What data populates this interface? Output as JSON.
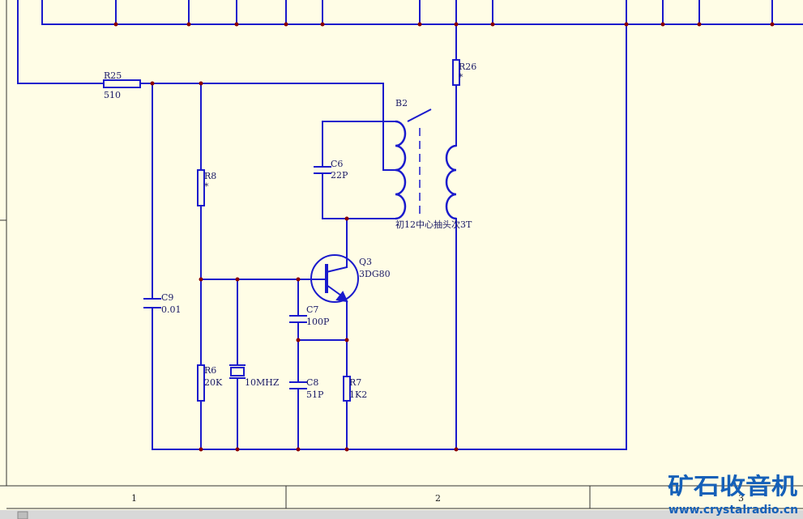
{
  "components": {
    "r25": {
      "ref": "R25",
      "value": "510"
    },
    "r26": {
      "ref": "R26",
      "value": "*"
    },
    "r8": {
      "ref": "R8",
      "value": "*"
    },
    "r6": {
      "ref": "R6",
      "value": "20K"
    },
    "r7": {
      "ref": "R7",
      "value": "1K2"
    },
    "c6": {
      "ref": "C6",
      "value": "22P"
    },
    "c7": {
      "ref": "C7",
      "value": "100P"
    },
    "c8": {
      "ref": "C8",
      "value": "51P"
    },
    "c9": {
      "ref": "C9",
      "value": "0.01"
    },
    "q3": {
      "ref": "Q3",
      "value": "3DG80"
    },
    "b2": {
      "ref": "B2",
      "note": "初12中心抽头次3T"
    },
    "crystal": {
      "value": "10MHZ"
    }
  },
  "border_zones": [
    "1",
    "2",
    "3"
  ],
  "watermark": {
    "title": "矿石收音机",
    "url": "www.crystalradio.cn"
  },
  "colors": {
    "wire": "#1a1acc",
    "junction": "#8b0000",
    "background": "#fffde6",
    "label": "#1a1a66",
    "watermark": "#1560b8"
  }
}
